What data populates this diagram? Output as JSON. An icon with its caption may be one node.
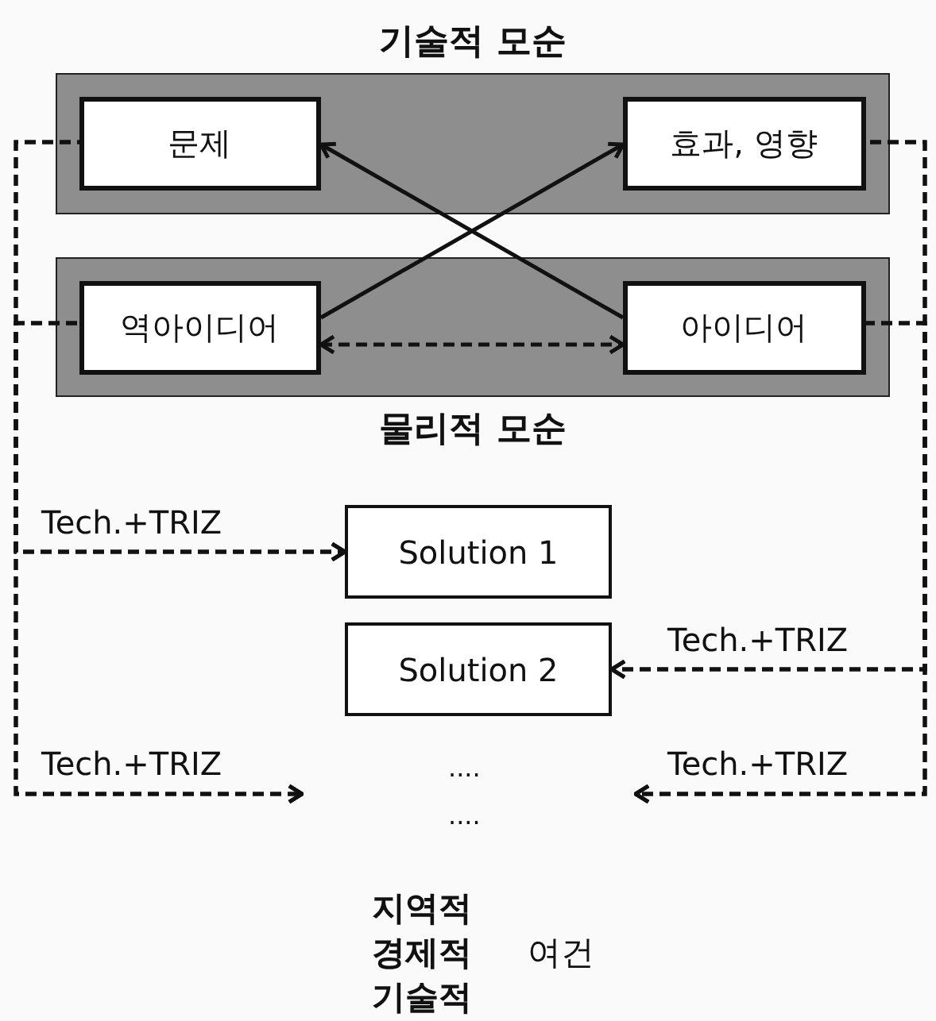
{
  "diagram": {
    "nodes": [
      {
        "text": [
          "기술적 모순"
        ]
      },
      {
        "text": [
          "문제"
        ],
        "in": 0
      },
      {
        "text": [
          "효과, 영향"
        ],
        "in": 0
      },
      {
        "text": [
          "물리적 모순"
        ]
      },
      {
        "text": [
          "역아이디어"
        ],
        "in": 3
      },
      {
        "text": [
          "아이디어"
        ],
        "in": 3
      },
      {
        "text": [
          "Solution 1"
        ]
      },
      {
        "text": [
          "Solution 2"
        ]
      }
    ],
    "edges": [
      {
        "from": 4,
        "to": 2,
        "arrow": "to"
      },
      {
        "from": 5,
        "to": 1,
        "arrow": "to"
      },
      {
        "from": 4,
        "to": 5,
        "arrow": "both",
        "style": "dashed"
      },
      {
        "from": 1,
        "to": 6,
        "arrow": "to",
        "style": "dashed",
        "label": "Tech.+TRIZ"
      },
      {
        "from": 4,
        "to": 6,
        "arrow": "to",
        "style": "dashed"
      },
      {
        "from": 1,
        "to": null,
        "arrow": "to",
        "style": "dashed",
        "label": "Tech.+TRIZ"
      },
      {
        "from": 4,
        "to": null,
        "arrow": "to",
        "style": "dashed"
      },
      {
        "from": 2,
        "to": 7,
        "arrow": "to",
        "style": "dashed",
        "label": "Tech.+TRIZ"
      },
      {
        "from": 5,
        "to": 7,
        "arrow": "to",
        "style": "dashed"
      },
      {
        "from": 2,
        "to": null,
        "arrow": "to",
        "style": "dashed",
        "label": "Tech.+TRIZ"
      },
      {
        "from": 5,
        "to": null,
        "arrow": "to",
        "style": "dashed"
      }
    ],
    "labels": [
      "....",
      "....",
      "지역적",
      "경제적",
      "기술적",
      "여건"
    ]
  }
}
